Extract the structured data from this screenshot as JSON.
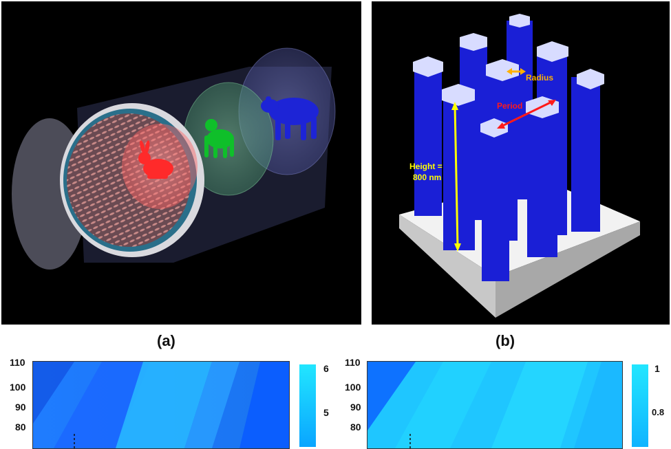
{
  "captions": {
    "a": "(a)",
    "b": "(b)"
  },
  "panel_b": {
    "radius_label": "Radius",
    "period_label": "Period",
    "height_label_line1": "Height =",
    "height_label_line2": "800 nm"
  },
  "colors": {
    "rabbit": "#ff2a2a",
    "gorilla": "#0fbf2a",
    "bear": "#1d24d6",
    "pillar": "#1a1fd6",
    "radius_arrow": "#ffb000",
    "period_arrow": "#ff1a1a",
    "height_arrow": "#ffff00",
    "heatmap_low": "#0a5cff",
    "heatmap_high": "#22e6ff"
  },
  "heatmap_left": {
    "yticks": [
      "110",
      "100",
      "90",
      "80"
    ],
    "colorbar_ticks": [
      "6",
      "5"
    ]
  },
  "heatmap_right": {
    "yticks": [
      "110",
      "100",
      "90",
      "80"
    ],
    "colorbar_ticks": [
      "1",
      "0.8"
    ]
  }
}
